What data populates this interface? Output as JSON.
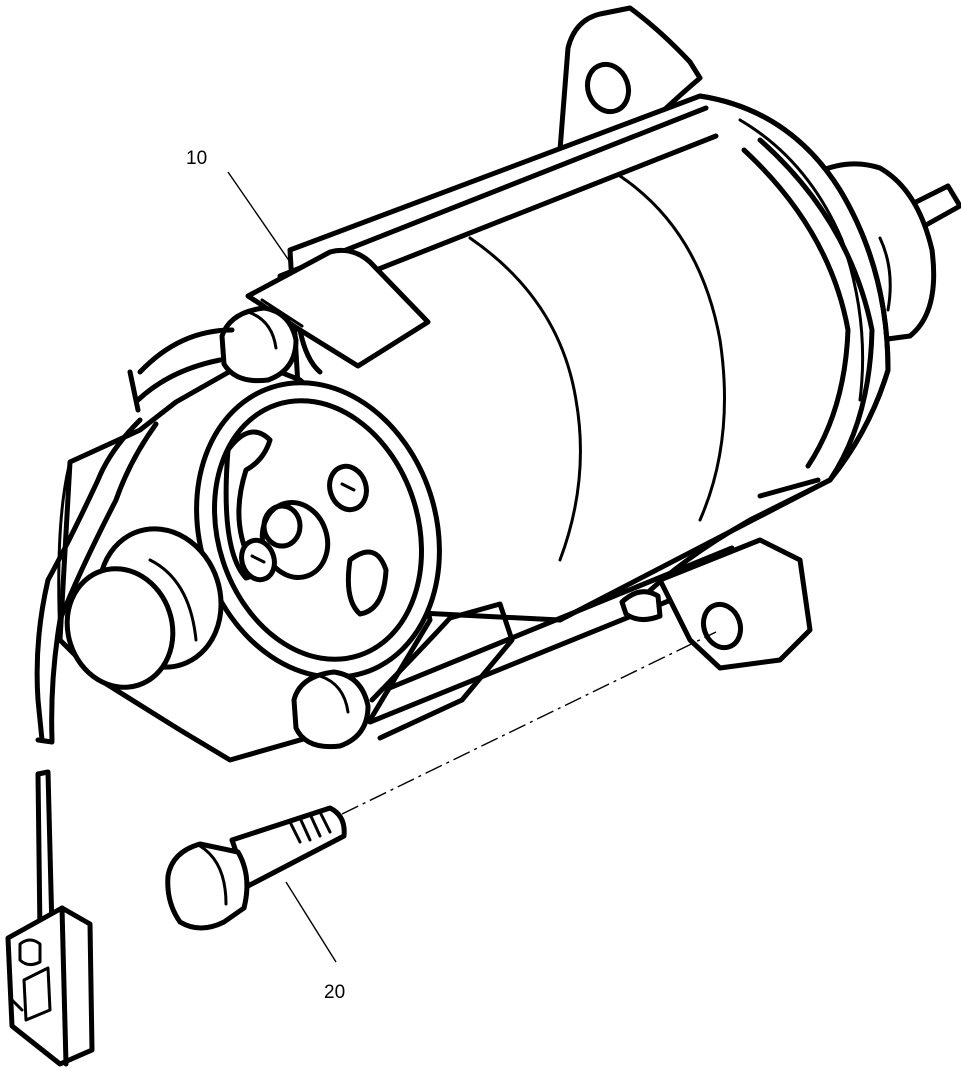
{
  "diagram": {
    "callouts": [
      {
        "id": "starter-motor",
        "label": "10"
      },
      {
        "id": "mounting-bolt",
        "label": "20"
      }
    ]
  }
}
